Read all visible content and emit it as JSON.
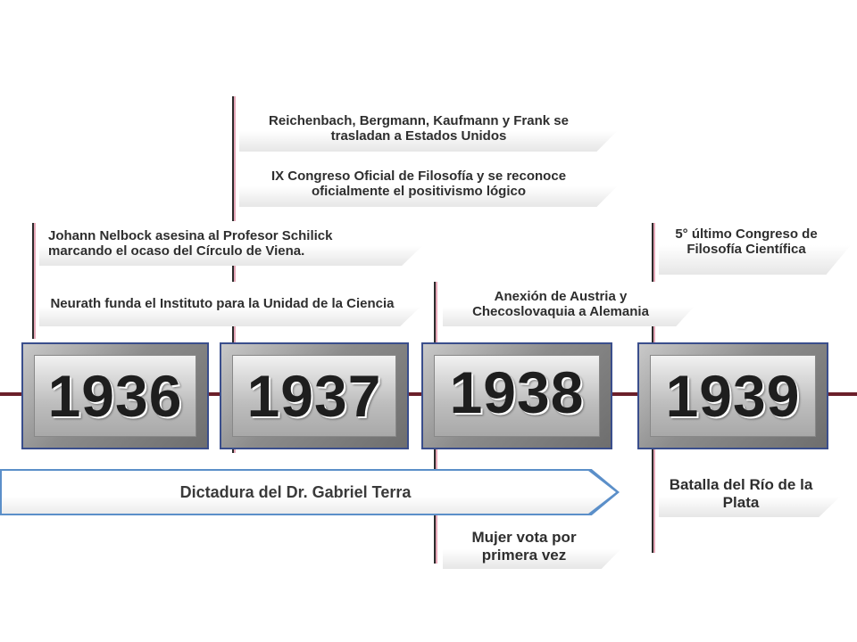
{
  "years": [
    "1936",
    "1937",
    "1938",
    "1939"
  ],
  "events_above": {
    "y1936_a": "Johann Nelbock asesina al Profesor Schilick marcando el ocaso del Círculo de Viena.",
    "y1936_b": "Neurath funda el Instituto para la Unidad de la Ciencia",
    "y1937_a": "Reichenbach, Bergmann, Kaufmann y Frank se trasladan a Estados Unidos",
    "y1937_b": "IX Congreso Oficial de Filosofía y se reconoce oficialmente el positivismo lógico",
    "y1938_a": "Anexión de Austria y Checoslovaquia a Alemania",
    "y1939_a": "5° último Congreso de Filosofía Científica"
  },
  "events_below": {
    "span_1936_1938": "Dictadura del Dr. Gabriel Terra",
    "y1938_b": "Mujer vota por primera vez",
    "y1939_b": "Batalla del Río de la Plata"
  },
  "colors": {
    "axis": "#6b1f2a",
    "year_border": "#3a4e8c",
    "span_border": "#5b8fc9",
    "vline": "#e6a8b8"
  }
}
